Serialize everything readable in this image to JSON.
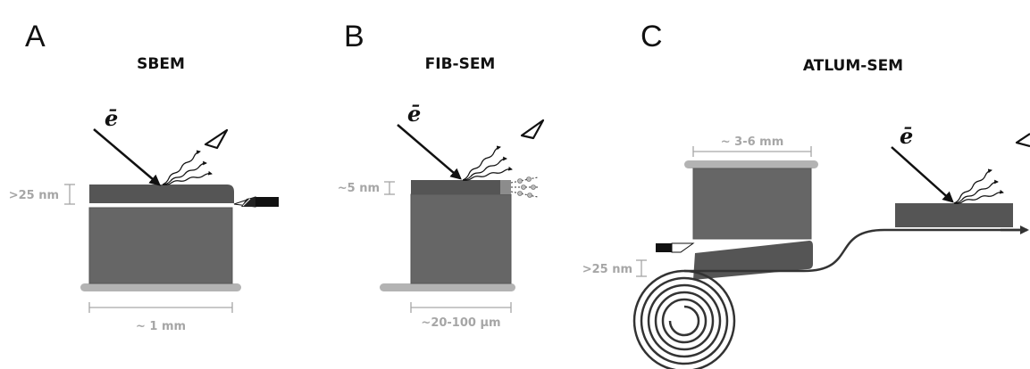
{
  "panels": [
    {
      "letter": "A",
      "title": "SBEM",
      "electron": "ē",
      "slice_label": ">25 nm",
      "width_label": "~ 1 mm"
    },
    {
      "letter": "B",
      "title": "FIB-SEM",
      "electron": "ē",
      "slice_label": "~5 nm",
      "width_label": "~20-100 µm"
    },
    {
      "letter": "C",
      "title": "ATLUM-SEM",
      "electron": "ē",
      "slice_label": ">25 nm",
      "width_label": "~ 3-6 mm"
    }
  ],
  "colors": {
    "block": "#666666",
    "block_top": "#555555",
    "dimension": "#a6a6a6",
    "plate": "#b3b3b3",
    "ink": "#111111"
  },
  "icons": [
    "electron-beam-arrow",
    "signal-waves",
    "detector-eye-icon",
    "diamond-knife-icon",
    "ion-beam-icon",
    "tape-reel-icon"
  ]
}
